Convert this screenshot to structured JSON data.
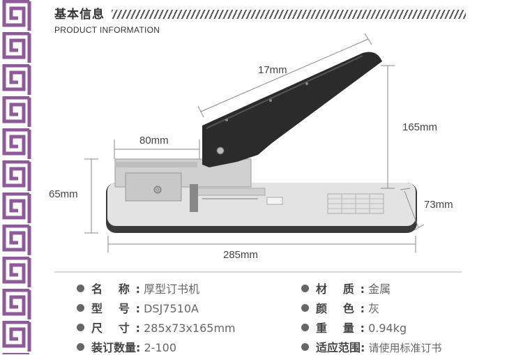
{
  "header": {
    "title": "基本信息",
    "subtitle": "PRODUCT INFORMATION"
  },
  "dimensions": {
    "handle_length": "17mm",
    "height": "165mm",
    "throat": "80mm",
    "base_height": "65mm",
    "width": "73mm",
    "length": "285mm"
  },
  "specs_left": [
    {
      "label": "名 称:",
      "value": "厚型订书机"
    },
    {
      "label": "型 号:",
      "value": "DSJ7510A"
    },
    {
      "label": "尺 寸:",
      "value": "285x73x165mm"
    },
    {
      "label": "装订数量:",
      "value": "2-100"
    }
  ],
  "specs_right": [
    {
      "label": "材 质:",
      "value": "金属"
    },
    {
      "label": "颜 色:",
      "value": "灰"
    },
    {
      "label": "重 量:",
      "value": "0.94kg"
    },
    {
      "label": "适应范围:",
      "value": "请使用标准订书"
    }
  ],
  "colors": {
    "border_purple": "#8e5a99",
    "stapler_body": "#e2e2e2",
    "stapler_handle": "#2b2b2b"
  }
}
